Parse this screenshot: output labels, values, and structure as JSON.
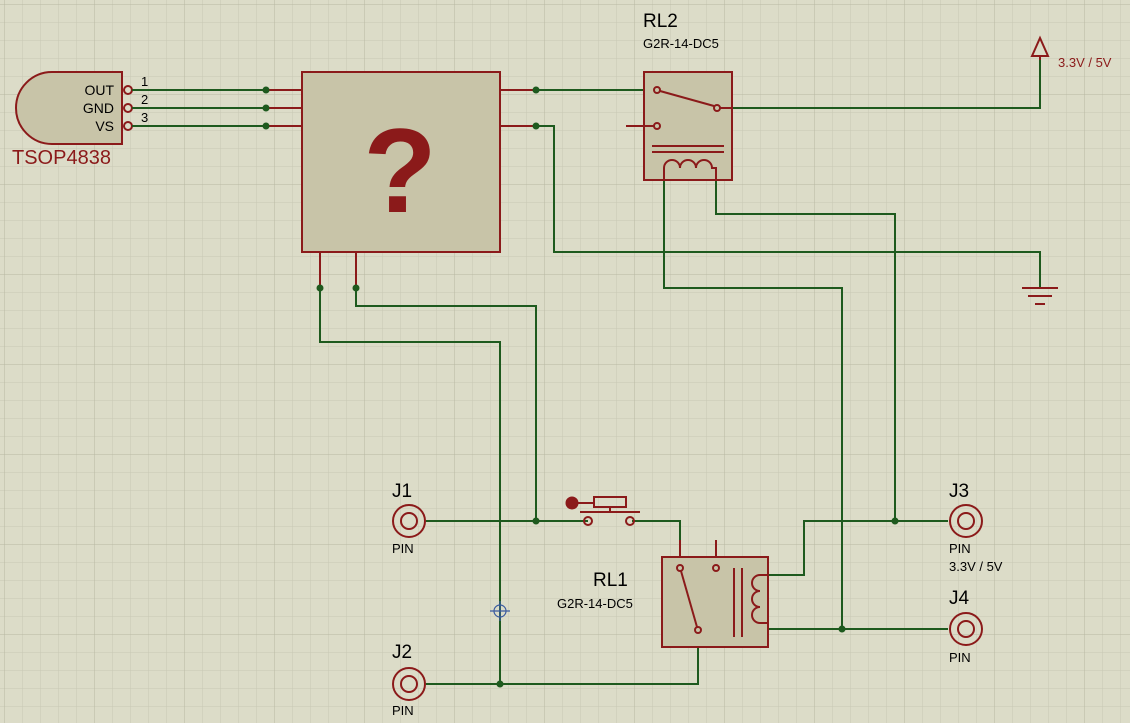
{
  "components": {
    "tsop": {
      "name": "TSOP4838",
      "pins": [
        {
          "label": "OUT",
          "num": "1"
        },
        {
          "label": "GND",
          "num": "2"
        },
        {
          "label": "VS",
          "num": "3"
        }
      ]
    },
    "mystery": {
      "symbol": "?"
    },
    "rl2": {
      "ref": "RL2",
      "part": "G2R-14-DC5"
    },
    "rl1": {
      "ref": "RL1",
      "part": "G2R-14-DC5"
    },
    "power": {
      "label": "3.3V / 5V"
    },
    "j1": {
      "ref": "J1",
      "type": "PIN"
    },
    "j2": {
      "ref": "J2",
      "type": "PIN"
    },
    "j3": {
      "ref": "J3",
      "type": "PIN",
      "note": "3.3V / 5V"
    },
    "j4": {
      "ref": "J4",
      "type": "PIN"
    }
  },
  "colors": {
    "background": "#dcdcc8",
    "grid": "#c4c4b0",
    "wire": "#1e5a1e",
    "component": "#8b1a1a",
    "fill": "#c8c4a8"
  }
}
